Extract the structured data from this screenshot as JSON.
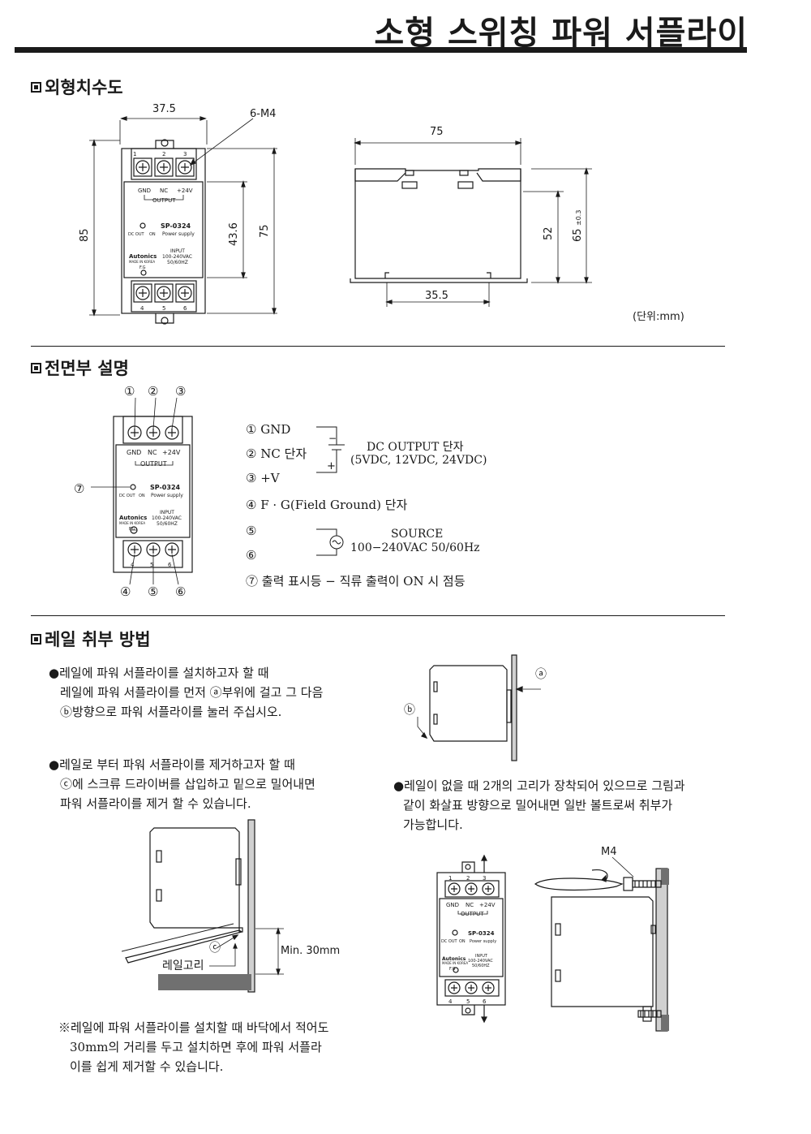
{
  "title": "소형 스위칭 파워 서플라이",
  "sections": {
    "dimensions": "외형치수도",
    "front": "전면부 설명",
    "rail": "레일 취부 방법"
  },
  "dims": {
    "width_top": "37.5",
    "screw": "6-M4",
    "height_85": "85",
    "height_436": "43.6",
    "height_75": "75",
    "side_width": "75",
    "side_52": "52",
    "side_65": "65",
    "side_65_tol": "±0.3",
    "side_355": "35.5",
    "unit": "(단위:mm)"
  },
  "device": {
    "terminals_top": [
      "1",
      "2",
      "3"
    ],
    "terminals_bottom": [
      "4",
      "5",
      "6"
    ],
    "gnd": "GND",
    "nc": "NC",
    "plus24": "+24V",
    "output": "OUTPUT",
    "model": "SP-0324",
    "dc_out": "DC OUT",
    "on": "ON",
    "power_supply": "Power supply",
    "input": "INPUT",
    "vac": "100-240VAC",
    "hz": "50/60HZ",
    "brand": "Autonics",
    "made": "MADE IN KOREA",
    "fg": "F.G"
  },
  "front_callouts": {
    "n1": "①",
    "n2": "②",
    "n3": "③",
    "n4": "④",
    "n5": "⑤",
    "n6": "⑥",
    "n7": "⑦"
  },
  "front_desc": {
    "item1": "① GND",
    "item2": "② NC 단자",
    "item3": "③ +V",
    "minus": "−",
    "plus": "+",
    "dc_output": "DC OUTPUT 단자",
    "dc_output_vals": "(5VDC, 12VDC, 24VDC)",
    "item4": "④ F · G(Field Ground) 단자",
    "item5": "⑤",
    "item6": "⑥",
    "source": "SOURCE",
    "source_vals": "100−240VAC 50/60Hz",
    "item7": "⑦ 출력 표시등 − 직류 출력이 ON 시 점등"
  },
  "rail": {
    "install_1": "●레일에 파워 서플라이를 설치하고자 할 때",
    "install_2": "레일에 파워 서플라이를 먼저 ⓐ부위에 걸고 그 다음",
    "install_3": "ⓑ방향으로 파워 서플라이를 눌러 주십시오.",
    "remove_1": "●레일로 부터 파워 서플라이를 제거하고자 할 때",
    "remove_2": "ⓒ에 스크류 드라이버를 삽입하고 밑으로 밀어내면",
    "remove_3": "파워 서플라이를 제거 할 수 있습니다.",
    "noRail_1": "●레일이 없을 때 2개의 고리가 장착되어 있으므로 그림과",
    "noRail_2": "같이 화살표 방향으로 밀어내면 일반 볼트로써 취부가",
    "noRail_3": "가능합니다.",
    "label_a": "ⓐ",
    "label_b": "ⓑ",
    "label_c": "ⓒ",
    "rail_hook": "레일고리",
    "min30": "Min. 30mm",
    "m4": "M4",
    "note_1": "※레일에 파워 서플라이를 설치할 때 바닥에서 적어도",
    "note_2": "30mm의 거리를 두고 설치하면 후에 파워 서플라",
    "note_3": "이를 쉽게 제거할 수 있습니다."
  }
}
